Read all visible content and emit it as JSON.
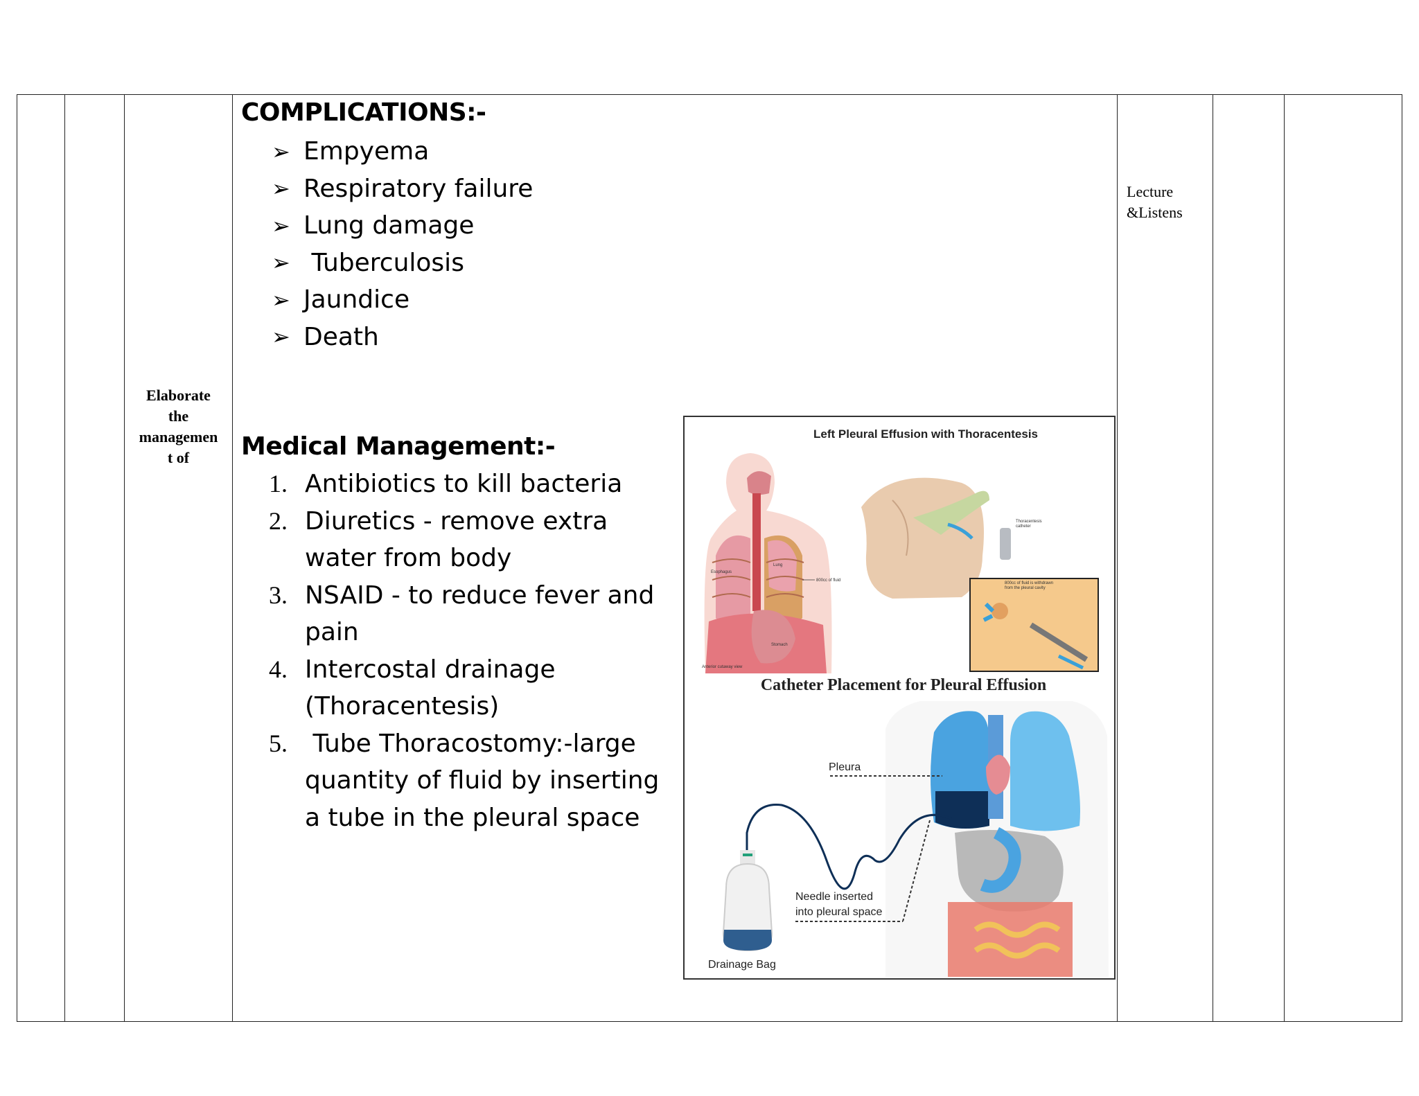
{
  "objective": {
    "lines": [
      "Elaborate",
      "the",
      "managemen",
      "t of"
    ]
  },
  "teaching_method": {
    "lines": [
      "Lecture",
      "&Listens"
    ]
  },
  "complications": {
    "heading": "COMPLICATIONS:-",
    "bullet_icon": "arrow-bullet-icon",
    "items": [
      "Empyema",
      "Respiratory failure",
      "Lung damage",
      " Tuberculosis",
      "Jaundice",
      "Death"
    ]
  },
  "medical_management": {
    "heading": "Medical Management:-",
    "items": [
      {
        "num": "1.",
        "lines": [
          "Antibiotics to kill bacteria"
        ]
      },
      {
        "num": "2.",
        "lines": [
          "Diuretics - remove extra",
          "water from body"
        ]
      },
      {
        "num": "3.",
        "lines": [
          "NSAID - to reduce fever and",
          "pain"
        ]
      },
      {
        "num": "4.",
        "lines": [
          "Intercostal drainage",
          "(Thoracentesis)"
        ]
      },
      {
        "num": "5.",
        "lines": [
          " Tube Thoracostomy:-large",
          "quantity of fluid by inserting",
          "a tube in the pleural space"
        ]
      }
    ]
  },
  "figure": {
    "top_title": "Left Pleural Effusion with Thoracentesis",
    "top_labels": {
      "esophagus": "Esophagus",
      "lung": "Lung",
      "fluid": "800cc of fluid",
      "catheter": "Thoracentesis catheter",
      "withdrawn": "800cc of fluid is withdrawn from the pleural cavity",
      "view": "Anterior cutaway view",
      "stomach": "Stomach"
    },
    "bottom_title": "Catheter Placement for Pleural Effusion",
    "bottom_labels": {
      "pleura": "Pleura",
      "needle_line1": "Needle inserted",
      "needle_line2": "into pleural space",
      "bag": "Drainage Bag"
    }
  }
}
